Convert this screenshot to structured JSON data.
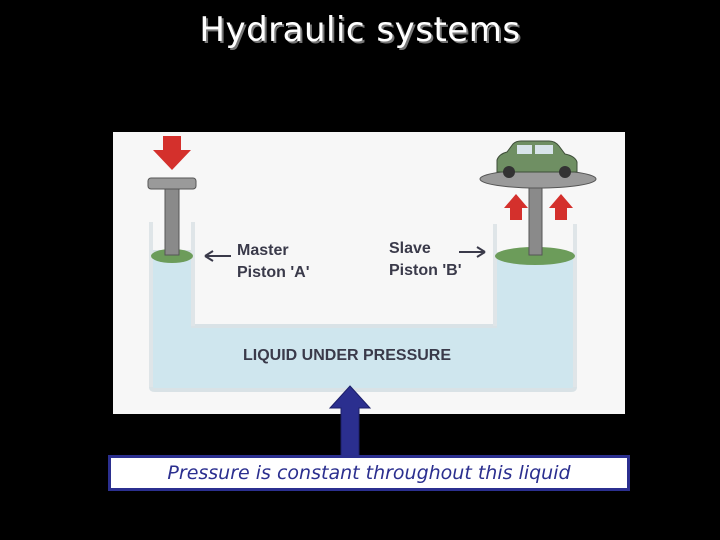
{
  "slide": {
    "title": "Hydraulic systems",
    "caption": "Pressure is constant throughout this liquid"
  },
  "diagram": {
    "master_label_line1": "Master",
    "master_label_line2": "Piston 'A'",
    "slave_label_line1": "Slave",
    "slave_label_line2": "Piston 'B'",
    "liquid_label": "LIQUID UNDER PRESSURE"
  },
  "colors": {
    "background": "#000000",
    "diagram_bg": "#f7f7f7",
    "liquid": "#cfe6ee",
    "piston_head": "#6c9c5a",
    "force_arrow": "#d4302c",
    "caption_border": "#2b2f8f",
    "pointer_arrow": "#2b2f8f"
  },
  "icons": [
    "down-force-arrow-icon",
    "up-force-arrow-icon",
    "car-icon",
    "left-arrow-icon",
    "right-arrow-icon",
    "up-pointer-arrow-icon"
  ]
}
